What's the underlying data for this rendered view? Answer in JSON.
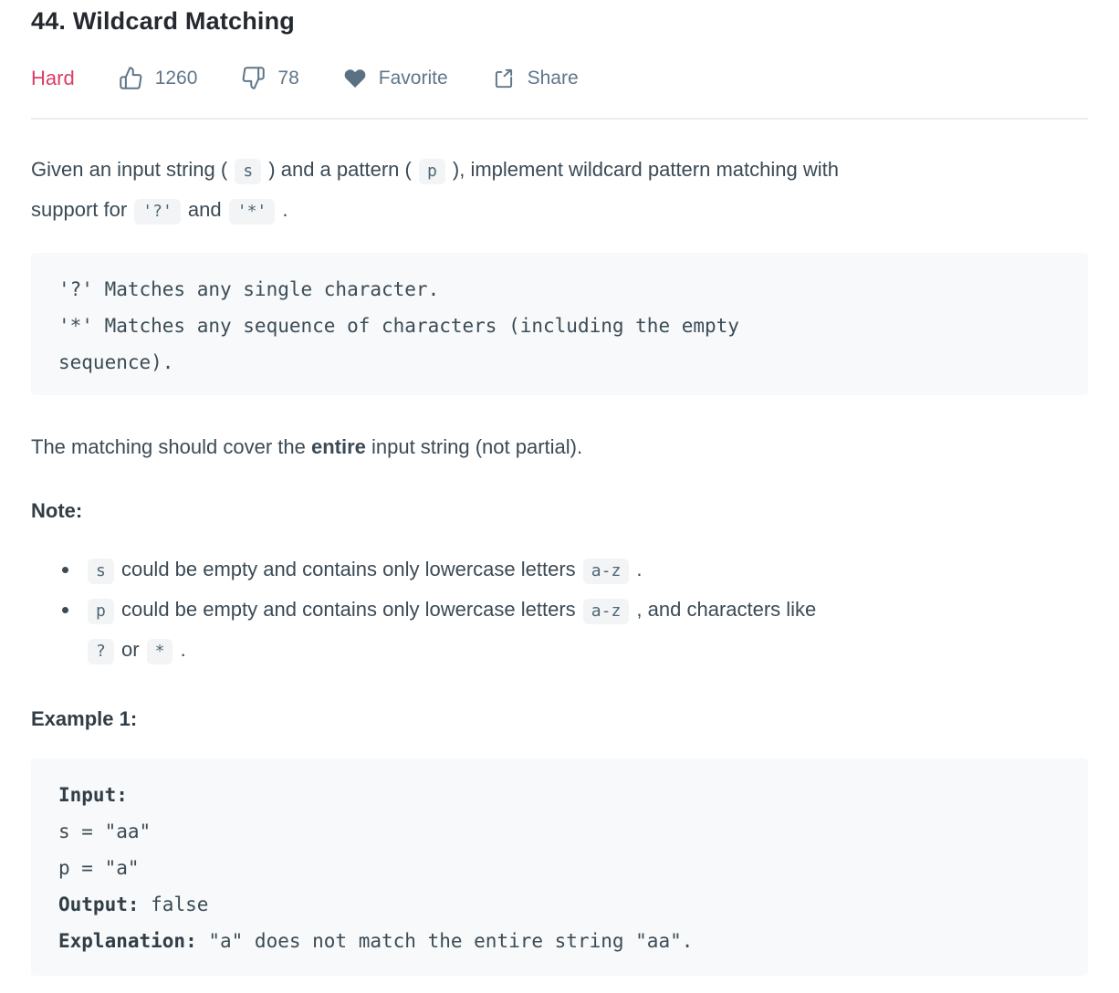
{
  "colors": {
    "difficulty_hard": "#de3c64",
    "meta_slate": "#5f7689",
    "body_text": "#3b4a55",
    "code_block_bg": "#f7f9fa",
    "inline_chip_bg": "#f2f4f5"
  },
  "icons": {
    "like": "thumbs-up-icon",
    "dislike": "thumbs-down-icon",
    "favorite": "heart-icon",
    "share": "share-box-arrow-icon"
  },
  "header": {
    "title": "44. Wildcard Matching",
    "difficulty": "Hard",
    "likes": "1260",
    "dislikes": "78",
    "favorite_label": "Favorite",
    "share_label": "Share"
  },
  "intro": {
    "t1": "Given an input string ( ",
    "c1": "s",
    "t2": " ) and a pattern ( ",
    "c2": "p",
    "t3": " ), implement wildcard pattern matching with",
    "t4": "support for ",
    "c3": "'?'",
    "t5": " and ",
    "c4": "'*'",
    "t6": " ."
  },
  "rules_block": {
    "line1": "'?' Matches any single character.",
    "line2": "'*' Matches any sequence of characters (including the empty",
    "line3": "sequence)."
  },
  "entire_paragraph": {
    "pre": "The matching should cover the ",
    "bold": "entire",
    "post": " input string (not partial)."
  },
  "note_label": "Note:",
  "bullet1": {
    "c1": "s",
    "t1": " could be empty and contains only lowercase letters ",
    "c2": "a-z",
    "t2": " ."
  },
  "bullet2": {
    "c1": "p",
    "t1": " could be empty and contains only lowercase letters ",
    "c2": "a-z",
    "t2": " , and characters like",
    "c3": "?",
    "t3": " or ",
    "c4": "*",
    "t4": " ."
  },
  "example_heading": "Example 1:",
  "example1": {
    "input_label": "Input:",
    "line_s": "s = \"aa\"",
    "line_p": "p = \"a\"",
    "output_label": "Output:",
    "output_value": " false",
    "explanation_label": "Explanation:",
    "explanation_value": " \"a\" does not match the entire string \"aa\"."
  }
}
